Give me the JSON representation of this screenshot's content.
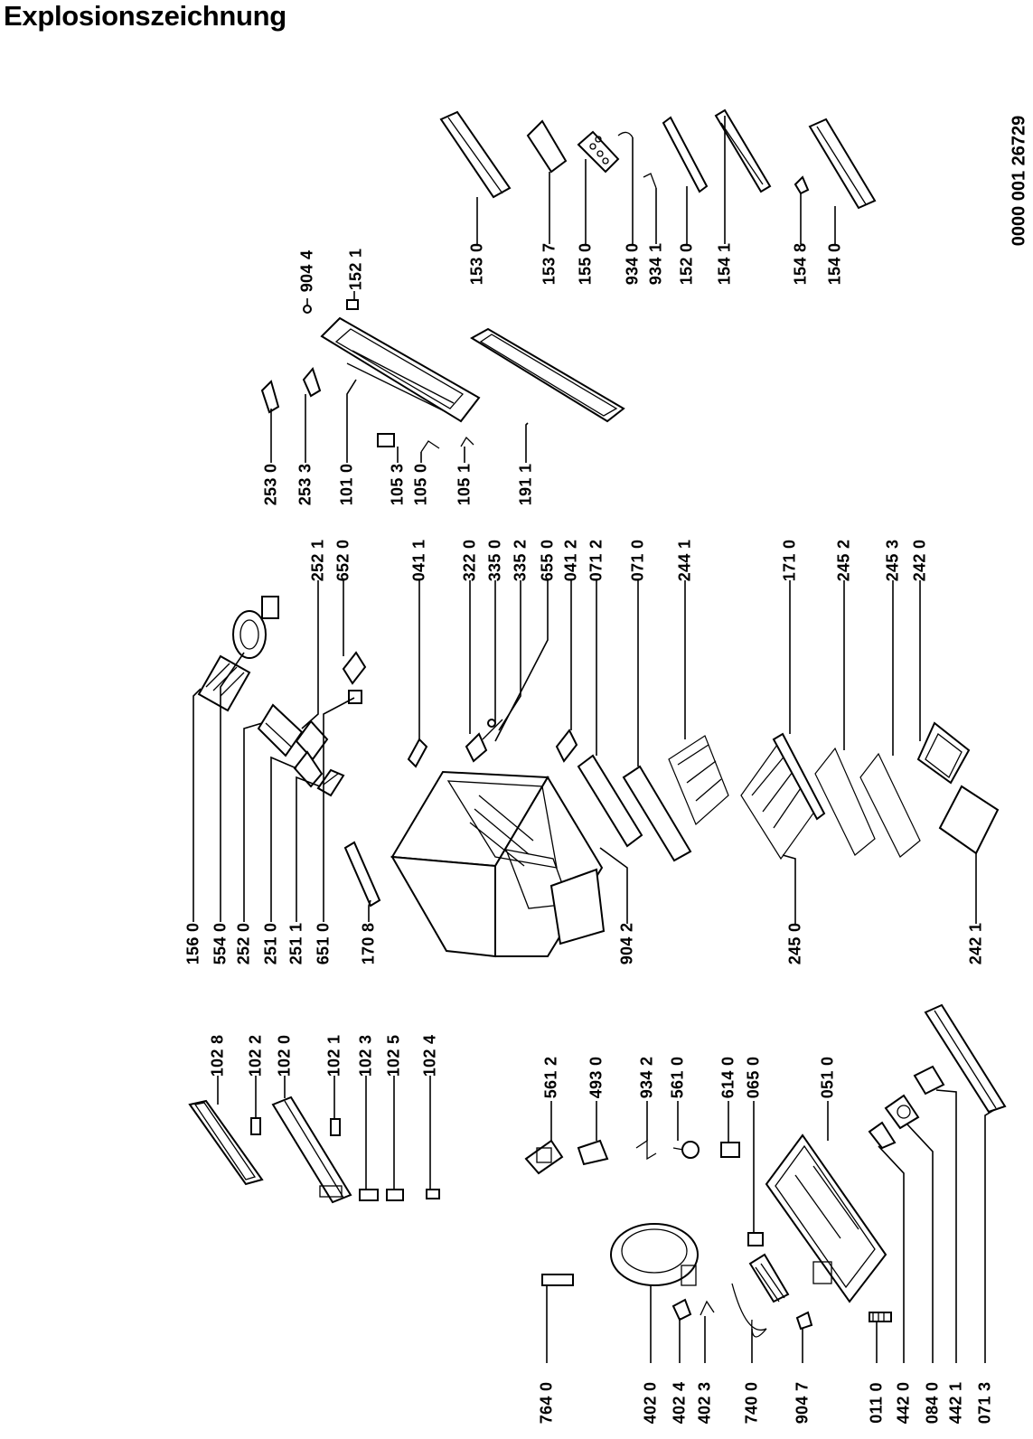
{
  "title": "Explosionszeichnung",
  "doc_number": "0000 001 26729",
  "callouts": {
    "c1028": "102 8",
    "c1022": "102 2",
    "c1020": "102 0",
    "c1021": "102 1",
    "c1023": "102 3",
    "c1025": "102 5",
    "c1024": "102 4",
    "c5612": "561 2",
    "c4930": "493 0",
    "c9342": "934 2",
    "c5610": "561 0",
    "c6140": "614 0",
    "c0650": "065 0",
    "c0510": "051 0",
    "c7640": "764 0",
    "c4020": "402 0",
    "c4024": "402 4",
    "c4023": "402 3",
    "c7400": "740 0",
    "c9047": "904 7",
    "c0110": "011 0",
    "c4420": "442 0",
    "c0840": "084 0",
    "c4421": "442 1",
    "c0713": "071 3",
    "c1560": "156 0",
    "c5540": "554 0",
    "c2520": "252 0",
    "c2510": "251 0",
    "c2511": "251 1",
    "c6510": "651 0",
    "c1708": "170 8",
    "c9042": "904 2",
    "c2450": "245 0",
    "c2421": "242 1",
    "c2521": "252 1",
    "c6520": "652 0",
    "c0411": "041 1",
    "c3220": "322 0",
    "c3350": "335 0",
    "c3352": "335 2",
    "c6550": "655 0",
    "c0412": "041 2",
    "c0712": "071 2",
    "c0710": "071 0",
    "c2441": "244 1",
    "c1710": "171 0",
    "c2452": "245 2",
    "c2453": "245 3",
    "c2420": "242 0",
    "c2530": "253 0",
    "c2533": "253 3",
    "c1010": "101 0",
    "c1053": "105 3",
    "c1050": "105 0",
    "c1051": "105 1",
    "c1911": "191 1",
    "c9044": "904 4",
    "c1521": "152 1",
    "c1530": "153 0",
    "c1537": "153 7",
    "c1550": "155 0",
    "c9340": "934 0",
    "c9341": "934 1",
    "c1520": "152 0",
    "c1541": "154 1",
    "c1548": "154 8",
    "c1540": "154 0"
  }
}
